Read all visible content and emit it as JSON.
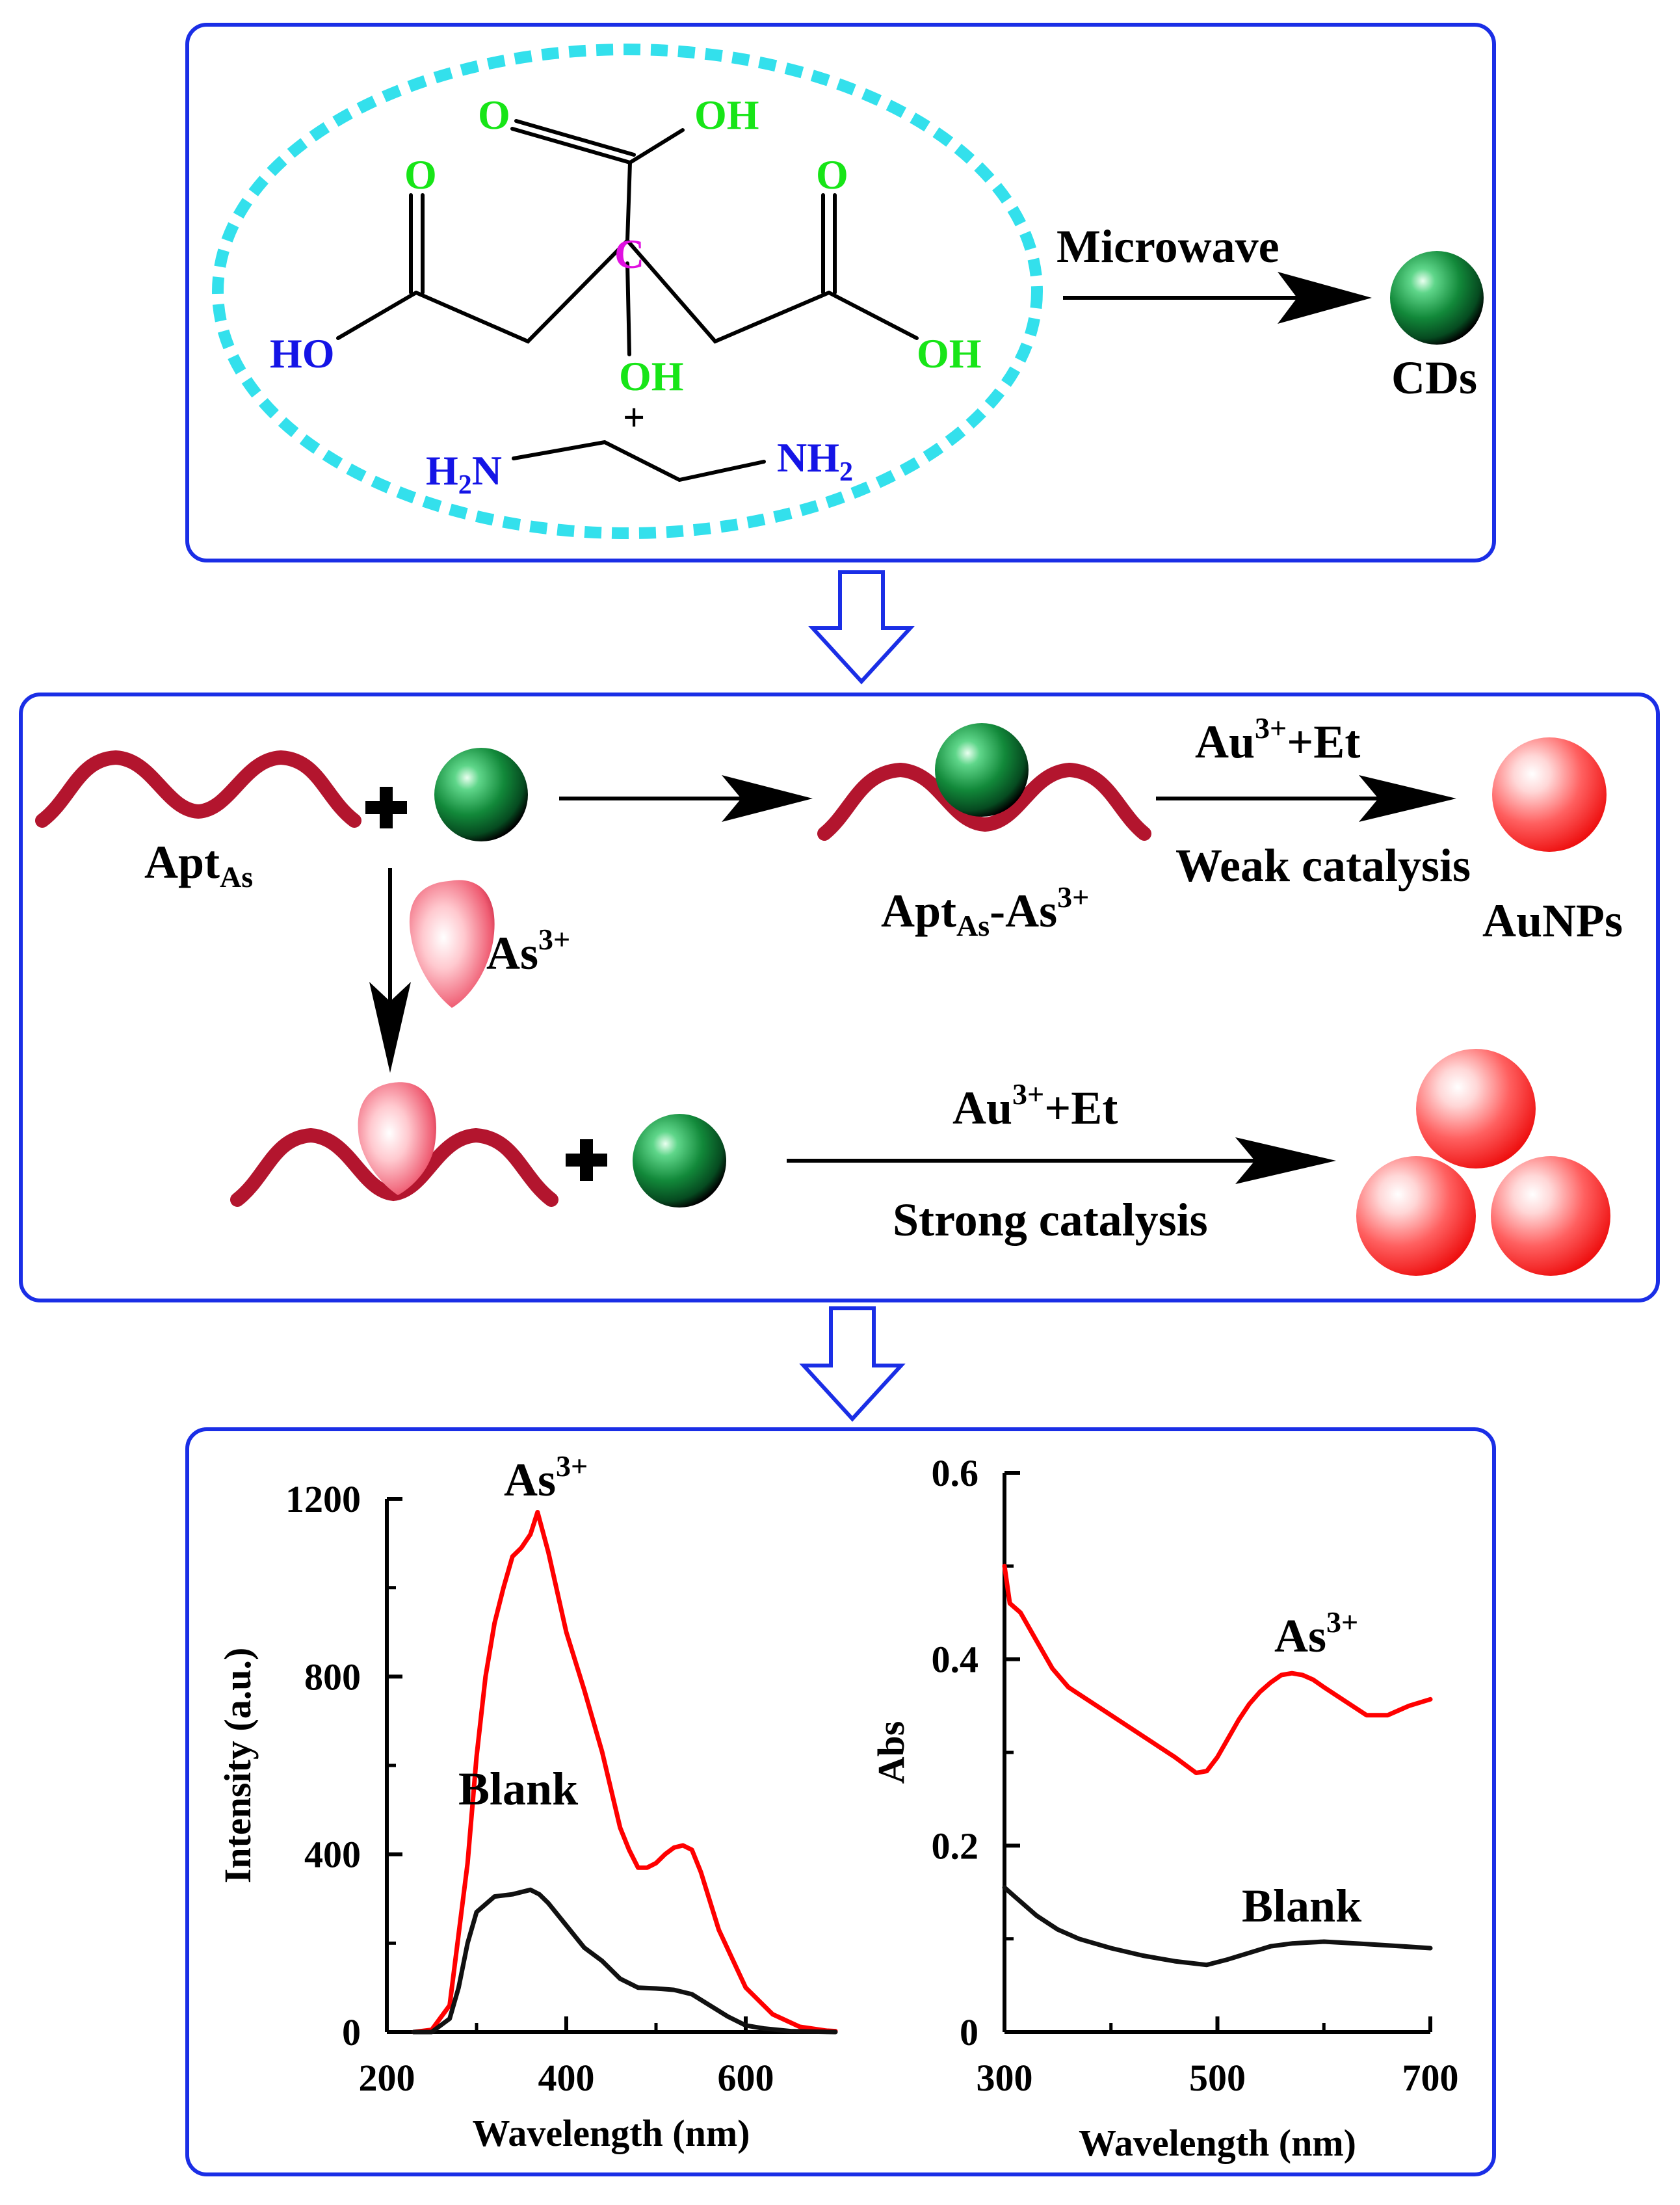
{
  "colors": {
    "panel_border": "#1a2ee6",
    "ring": "#33e0ec",
    "oxygen": "#17e517",
    "nitrogen_hydrogen": "#1414e6",
    "carbon": "#e010e0",
    "aptamer": "#b3152e",
    "cd_sphere": "#0f8a38",
    "aunp": "#ee2020",
    "as_drop": "#ff7a8a",
    "red_curve": "#ff0000",
    "black_curve": "#111111",
    "hollow_arrow": "#1a2ee6"
  },
  "synthesis": {
    "atoms": {
      "o_top": "O",
      "oh_top": "OH",
      "o_left": "O",
      "ho_left": "HO",
      "o_right": "O",
      "oh_right": "OH",
      "c_center": "C",
      "oh_center": "OH",
      "plus": "+",
      "h2n_H": "H",
      "h2n_2": "2",
      "h2n_N": "N",
      "nh2_NH": "NH",
      "nh2_2": "2"
    },
    "arrow_label": "Microwave",
    "product_label": "CDs"
  },
  "mechanism": {
    "apt_main": "Apt",
    "apt_sub": "As",
    "as_ion_main": "As",
    "as_ion_sup": "3+",
    "complex_main1": "Apt",
    "complex_sub": "As",
    "complex_main2": "-As",
    "complex_sup": "3+",
    "reagent_top_main": "Au",
    "reagent_top_sup": "3+",
    "reagent_top_rest": "+Et",
    "weak_label": "Weak catalysis",
    "aunps_label": "AuNPs",
    "reagent_bottom_main": "Au",
    "reagent_bottom_sup": "3+",
    "reagent_bottom_rest": "+Et",
    "strong_label": "Strong catalysis",
    "plus_sign": "+"
  },
  "chart_data": [
    {
      "type": "line",
      "xlabel": "Wavelength (nm)",
      "ylabel": "Intensity (a.u.)",
      "xlim": [
        200,
        700
      ],
      "ylim": [
        0,
        1200
      ],
      "xticks": [
        200,
        400,
        600
      ],
      "yticks": [
        0,
        400,
        800,
        1200
      ],
      "series": [
        {
          "name": "As",
          "name_sup": "3+",
          "color": "#ff0000",
          "x": [
            230,
            250,
            270,
            290,
            300,
            310,
            320,
            330,
            340,
            350,
            360,
            368,
            380,
            400,
            420,
            440,
            460,
            470,
            480,
            490,
            500,
            510,
            520,
            530,
            540,
            550,
            570,
            600,
            630,
            660,
            690,
            700
          ],
          "y": [
            0,
            5,
            60,
            380,
            620,
            800,
            920,
            1000,
            1070,
            1090,
            1120,
            1170,
            1080,
            900,
            770,
            630,
            460,
            410,
            370,
            370,
            380,
            400,
            415,
            420,
            410,
            360,
            230,
            100,
            40,
            12,
            3,
            2
          ]
        },
        {
          "name": "Blank",
          "color": "#111111",
          "x": [
            230,
            250,
            270,
            280,
            290,
            300,
            320,
            340,
            360,
            370,
            380,
            400,
            420,
            440,
            460,
            480,
            500,
            520,
            540,
            560,
            580,
            600,
            620,
            650,
            700
          ],
          "y": [
            0,
            0,
            30,
            100,
            200,
            270,
            305,
            310,
            320,
            310,
            290,
            240,
            190,
            160,
            120,
            100,
            98,
            95,
            85,
            60,
            35,
            15,
            8,
            2,
            0
          ]
        }
      ]
    },
    {
      "type": "line",
      "xlabel": "Wavelength (nm)",
      "ylabel": "Abs",
      "xlim": [
        300,
        700
      ],
      "ylim": [
        0,
        0.6
      ],
      "xticks": [
        300,
        500,
        700
      ],
      "yticks": [
        0,
        0.2,
        0.4,
        0.6
      ],
      "series": [
        {
          "name": "As",
          "name_sup": "3+",
          "color": "#ff0000",
          "x": [
            300,
            305,
            315,
            330,
            345,
            360,
            380,
            400,
            420,
            440,
            460,
            480,
            490,
            500,
            510,
            520,
            530,
            540,
            550,
            560,
            570,
            580,
            590,
            600,
            620,
            640,
            660,
            680,
            700
          ],
          "y": [
            0.5,
            0.46,
            0.45,
            0.42,
            0.39,
            0.37,
            0.355,
            0.34,
            0.325,
            0.31,
            0.295,
            0.278,
            0.28,
            0.295,
            0.315,
            0.335,
            0.352,
            0.365,
            0.375,
            0.383,
            0.385,
            0.383,
            0.378,
            0.37,
            0.355,
            0.34,
            0.34,
            0.35,
            0.357
          ]
        },
        {
          "name": "Blank",
          "color": "#111111",
          "x": [
            300,
            310,
            330,
            350,
            370,
            400,
            430,
            460,
            490,
            510,
            530,
            550,
            570,
            600,
            630,
            660,
            700
          ],
          "y": [
            0.155,
            0.145,
            0.125,
            0.11,
            0.1,
            0.09,
            0.082,
            0.076,
            0.072,
            0.078,
            0.085,
            0.092,
            0.095,
            0.097,
            0.095,
            0.093,
            0.09
          ]
        }
      ]
    }
  ]
}
